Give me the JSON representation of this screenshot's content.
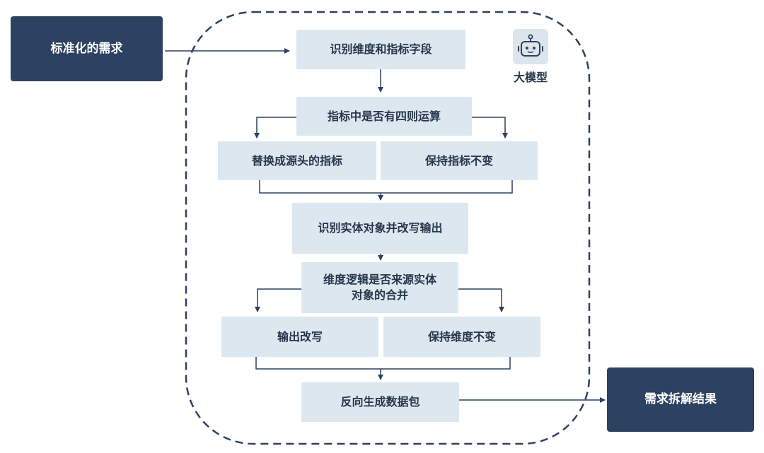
{
  "input_box": "标准化的需求",
  "output_box": "需求拆解结果",
  "model_label": "大模型",
  "icon": "robot-icon",
  "steps": {
    "identify_fields": "识别维度和指标字段",
    "check_arithmetic": "指标中是否有四则运算",
    "replace_metric": "替换成源头的指标",
    "keep_metric": "保持指标不变",
    "identify_entity": "识别实体对象并改写输出",
    "check_merge_line1": "维度逻辑是否来源实体",
    "check_merge_line2": "对象的合并",
    "rewrite_output": "输出改写",
    "keep_dimension": "保持维度不变",
    "reverse_package": "反向生成数据包"
  },
  "colors": {
    "dark_box": "#2d4160",
    "light_box": "#dde7ef",
    "line": "#2d4160",
    "dashed_border": "#2d4160",
    "icon_bg": "#dce4ec"
  }
}
